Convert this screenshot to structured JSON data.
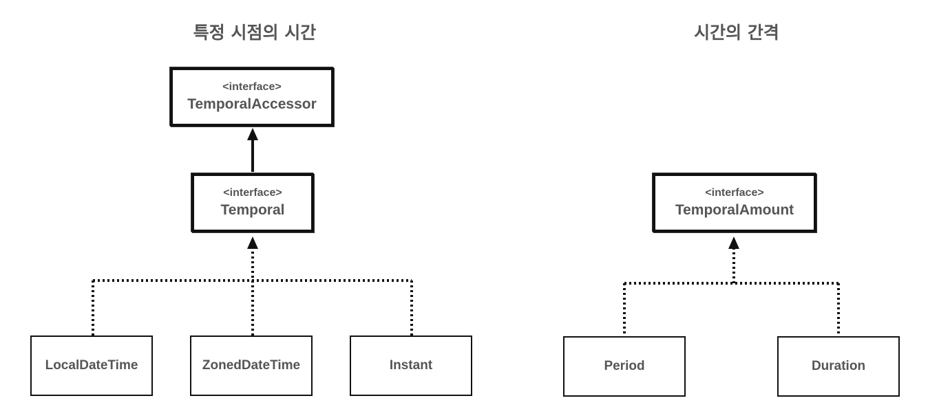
{
  "left_section": {
    "title": "특정 시점의 시간",
    "top_interface": {
      "stereotype": "<interface>",
      "name": "TemporalAccessor"
    },
    "middle_interface": {
      "stereotype": "<interface>",
      "name": "Temporal"
    },
    "classes": [
      "LocalDateTime",
      "ZonedDateTime",
      "Instant"
    ]
  },
  "right_section": {
    "title": "시간의 간격",
    "interface": {
      "stereotype": "<interface>",
      "name": "TemporalAmount"
    },
    "classes": [
      "Period",
      "Duration"
    ]
  },
  "colors": {
    "text": "#555555",
    "line": "#111111",
    "background": "#ffffff"
  }
}
